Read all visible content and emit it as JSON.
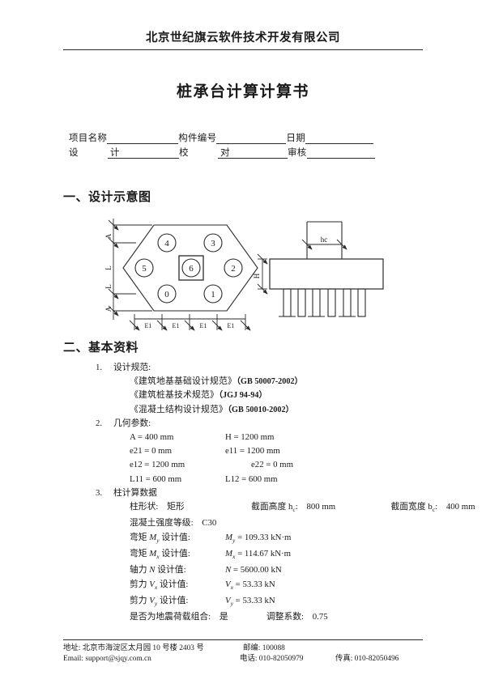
{
  "header": {
    "company": "北京世纪旗云软件技术开发有限公司"
  },
  "title": "桩承台计算计算书",
  "form": {
    "row1": {
      "label1": "项目名称",
      "label2": "构件编号",
      "label3": "日期"
    },
    "row2": {
      "label1": "设　计",
      "label2": "校　对",
      "label3": "审核"
    }
  },
  "sections": {
    "diagram_heading": "一、设计示意图",
    "basic_heading": "二、基本资料"
  },
  "diagram": {
    "piles": [
      "4",
      "3",
      "5",
      "6",
      "2",
      "0",
      "1"
    ],
    "left_dims": [
      "A",
      "L",
      "L",
      "A"
    ],
    "bottom_dims": [
      "E1",
      "E1",
      "E1",
      "E1"
    ],
    "column_label": "hc",
    "height_label": "H"
  },
  "basic": {
    "item1": {
      "num": "1.",
      "label": "设计规范:",
      "specs": [
        {
          "name": "《建筑地基基础设计规范》",
          "code": "（GB 50007-2002）"
        },
        {
          "name": "《建筑桩基技术规范》",
          "code": "（JGJ 94-94）"
        },
        {
          "name": "《混凝土结构设计规范》",
          "code": "（GB 50010-2002）"
        }
      ]
    },
    "item2": {
      "num": "2.",
      "label": "几何参数:",
      "rows": [
        {
          "left": "A = 400 mm",
          "right": "H = 1200 mm"
        },
        {
          "left": "e21 = 0 mm",
          "right": "e11 = 1200 mm"
        },
        {
          "left": "e12 = 1200 mm",
          "right": "e22 = 0 mm"
        },
        {
          "left": "L11 = 600 mm",
          "right": "L12 = 600 mm"
        }
      ]
    },
    "item3": {
      "num": "3.",
      "label": "柱计算数据",
      "shape_label": "柱形状:",
      "shape_value": "矩形",
      "height_label": "截面高度 h",
      "height_sub": "c",
      "height_colon": ":",
      "height_value": "800 mm",
      "width_label": "截面宽度 b",
      "width_sub": "c",
      "width_colon": ":",
      "width_value": "400 mm",
      "concrete_label": "混凝土强度等级:",
      "concrete_value": "C30",
      "my_label_pre": "弯矩 ",
      "my_label_sym": "M",
      "my_label_sub": "y",
      "my_label_post": " 设计值:",
      "my_val_sym": "M",
      "my_val_sub": "y",
      "my_value": " = 109.33 kN·m",
      "mx_label_pre": "弯矩 ",
      "mx_label_sym": "M",
      "mx_label_sub": "x",
      "mx_label_post": " 设计值:",
      "mx_val_sym": "M",
      "mx_val_sub": "x",
      "mx_value": " = 114.67 kN·m",
      "n_label_pre": "轴力 ",
      "n_label_sym": "N",
      "n_label_post": " 设计值:",
      "n_val_sym": "N",
      "n_value": " = 5600.00 kN",
      "vx_label_pre": "剪力 ",
      "vx_label_sym": "V",
      "vx_label_sub": "x",
      "vx_label_post": " 设计值:",
      "vx_val_sym": "V",
      "vx_val_sub": "x",
      "vx_value": " = 53.33 kN",
      "vy_label_pre": "剪力 ",
      "vy_label_sym": "V",
      "vy_label_sub": "y",
      "vy_label_post": " 设计值:",
      "vy_val_sym": "V",
      "vy_val_sub": "y",
      "vy_value": " = 53.33 kN",
      "seismic_label": "是否为地震荷载组合:",
      "seismic_value": "是",
      "adjust_label": "调整系数:",
      "adjust_value": "0.75"
    }
  },
  "footer": {
    "address_label": "地址:",
    "address_value": "北京市海淀区太月园 10 号楼 2403 号",
    "postcode_label": "邮编:",
    "postcode_value": "100088",
    "email_label": "Email:",
    "email_value": "support@sjqy.com.cn",
    "phone_label": "电话:",
    "phone_value": "010-82050979",
    "fax_label": "传真:",
    "fax_value": "010-82050496"
  }
}
